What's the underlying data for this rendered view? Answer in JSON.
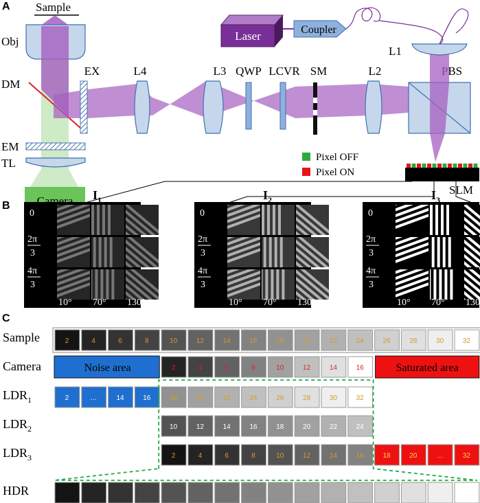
{
  "panel_a": {
    "letter": "A",
    "components": {
      "sample": "Sample",
      "obj": "Obj",
      "dm": "DM",
      "ex": "EX",
      "l4": "L4",
      "l3": "L3",
      "qwp": "QWP",
      "lcvr": "LCVR",
      "sm": "SM",
      "l2": "L2",
      "pbs": "PBS",
      "l1": "L1",
      "laser": "Laser",
      "coupler": "Coupler",
      "em": "EM",
      "tl": "TL",
      "camera": "Camera",
      "slm": "SLM"
    },
    "legend": [
      {
        "label": "Pixel OFF",
        "color": "#2eaa3c"
      },
      {
        "label": "Pixel ON",
        "color": "#e8141c"
      }
    ]
  },
  "panel_b": {
    "letter": "B",
    "patterns": [
      {
        "label": "I",
        "sub": "1"
      },
      {
        "label": "I",
        "sub": "2"
      },
      {
        "label": "I",
        "sub": "3"
      }
    ],
    "phase_first": "0",
    "phase_num": [
      "2π",
      "4π"
    ],
    "phase_den": "3",
    "angles": [
      "10°",
      "70°",
      "130°"
    ]
  },
  "panel_c": {
    "letter": "C",
    "rows": {
      "sample": "Sample",
      "camera": "Camera",
      "ldr_prefix": "LDR",
      "ldr1_sub": "1",
      "ldr2_sub": "2",
      "ldr3_sub": "3",
      "hdr": "HDR"
    },
    "sample_values": [
      "2",
      "4",
      "6",
      "8",
      "10",
      "12",
      "14",
      "16",
      "18",
      "20",
      "22",
      "24",
      "26",
      "28",
      "30",
      "32"
    ],
    "camera_noise": "Noise area",
    "camera_values": [
      "2",
      "4",
      "6",
      "8",
      "10",
      "12",
      "14",
      "16"
    ],
    "camera_saturated": "Saturated area",
    "ldr1_blue": [
      "2",
      "…",
      "14",
      "16"
    ],
    "ldr1_gray": [
      "18",
      "20",
      "22",
      "24",
      "26",
      "28",
      "30",
      "32"
    ],
    "ldr2_values": [
      "10",
      "12",
      "14",
      "16",
      "18",
      "20",
      "22",
      "24"
    ],
    "ldr3_gray": [
      "2",
      "4",
      "6",
      "8",
      "10",
      "12",
      "14",
      "16"
    ],
    "ldr3_red": [
      "18",
      "20",
      "…",
      "32"
    ],
    "colors": {
      "noise": "#1f6fd0",
      "saturated": "#ee1111",
      "guide": "#22aa44"
    }
  }
}
